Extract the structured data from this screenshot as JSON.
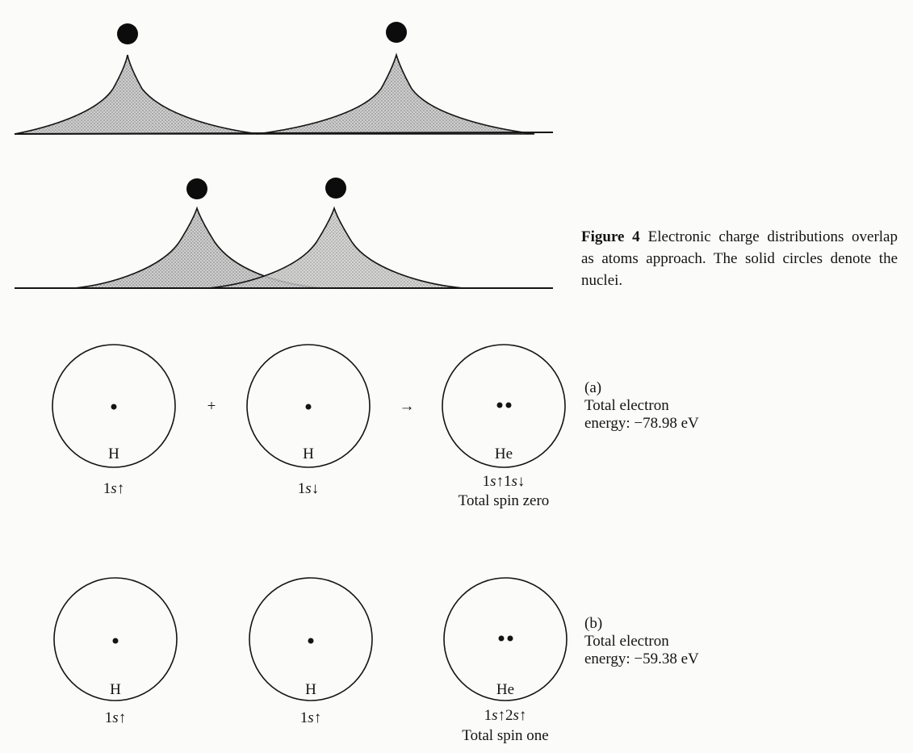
{
  "figure4": {
    "label": "Figure 4",
    "text": "Electronic charge distributions overlap as atoms approach. The solid circles denote the nuclei."
  },
  "panel_a": {
    "letter": "(a)",
    "energy_line1": "Total electron",
    "energy_line2": "energy: −78.98 eV",
    "atoms": [
      {
        "symbol": "H",
        "config_main": "1",
        "config_orb": "s",
        "config_spin": "↑"
      },
      {
        "symbol": "H",
        "config_main": "1",
        "config_orb": "s",
        "config_spin": "↓"
      },
      {
        "symbol": "He",
        "config_main": "1",
        "config_orb": "s",
        "config_spin": "↑",
        "config_main2": "1",
        "config_orb2": "s",
        "config_spin2": "↓"
      }
    ],
    "operator_plus": "+",
    "operator_arrow": "→",
    "spin_text": "Total spin zero"
  },
  "panel_b": {
    "letter": "(b)",
    "energy_line1": "Total electron",
    "energy_line2": "energy: −59.38 eV",
    "atoms": [
      {
        "symbol": "H",
        "config_main": "1",
        "config_orb": "s",
        "config_spin": "↑"
      },
      {
        "symbol": "H",
        "config_main": "1",
        "config_orb": "s",
        "config_spin": "↑"
      },
      {
        "symbol": "He",
        "config_main": "1",
        "config_orb": "s",
        "config_spin": "↑",
        "config_main2": "2",
        "config_orb2": "s",
        "config_spin2": "↑"
      }
    ],
    "spin_text": "Total spin one"
  },
  "colors": {
    "ink": "#141414",
    "fill_shade": "#b9b9b9",
    "background": "#fbfbf9"
  }
}
